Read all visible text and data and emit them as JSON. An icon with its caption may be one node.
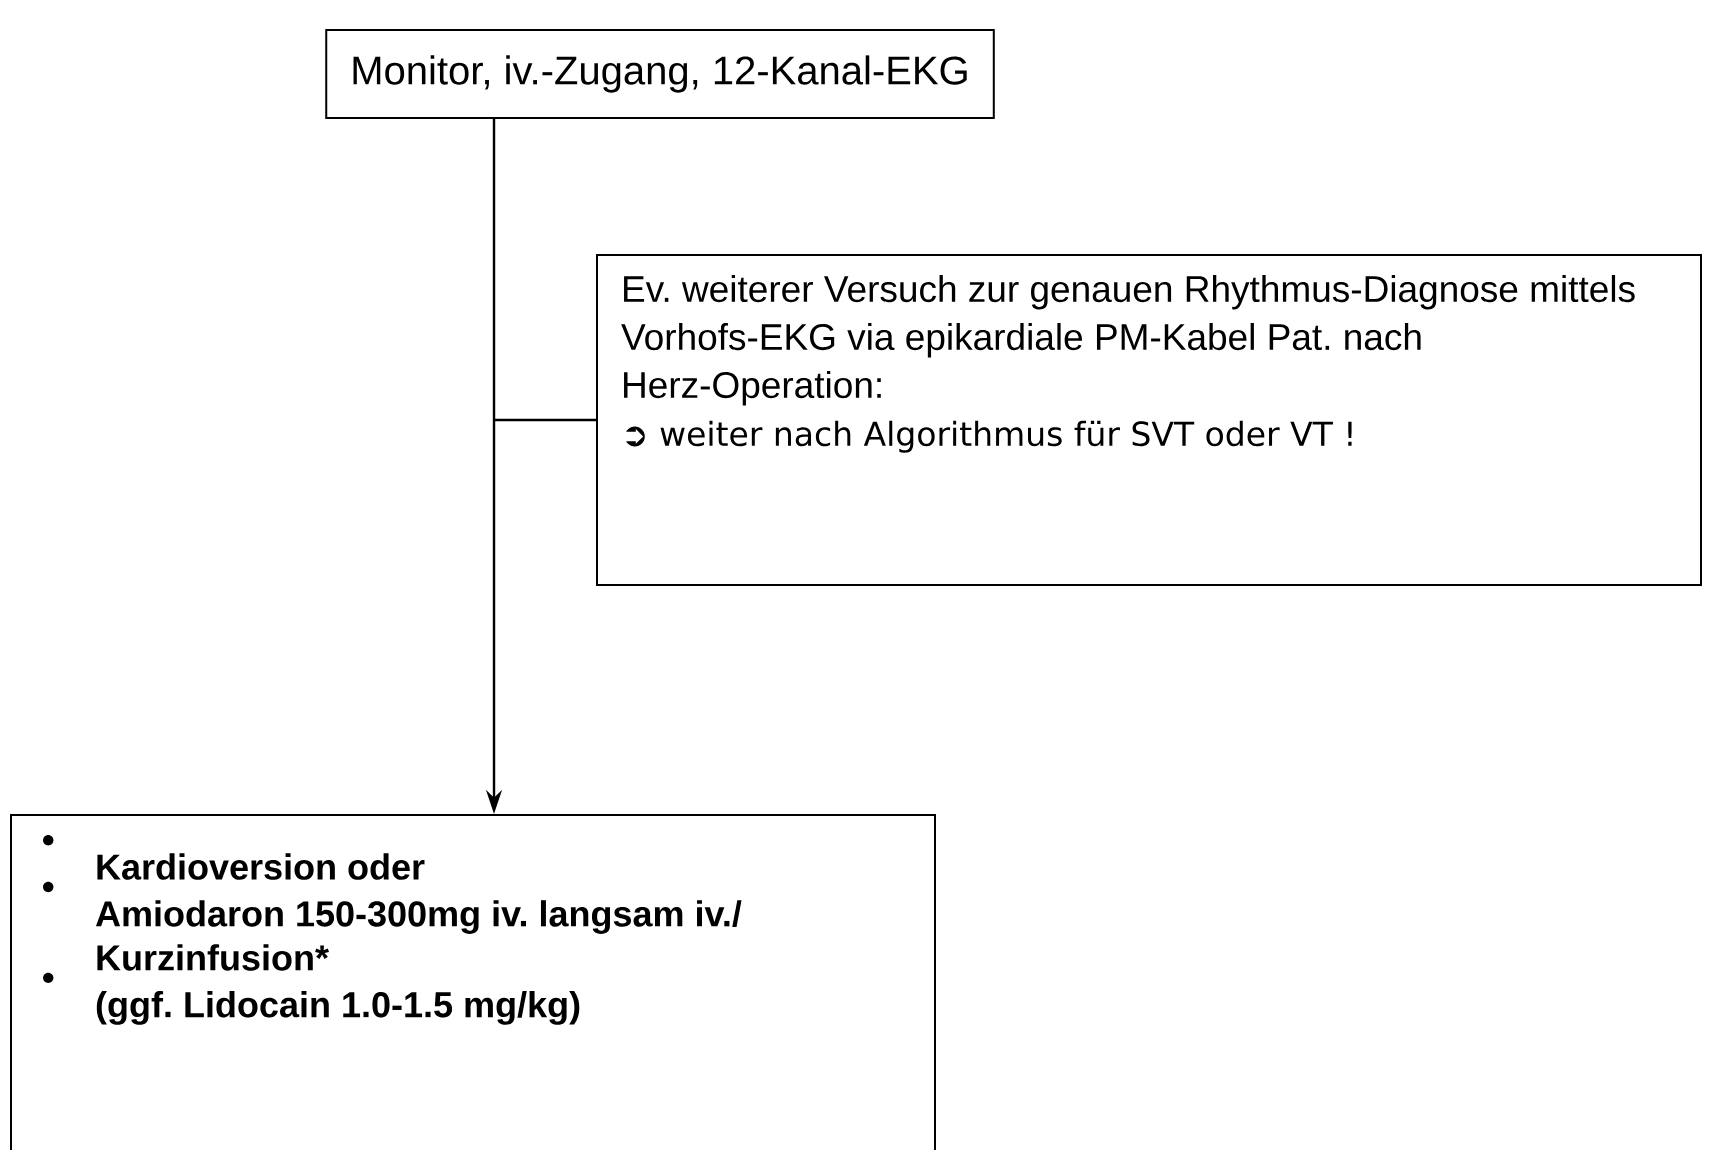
{
  "diagram": {
    "nodes": [
      {
        "text": [
          "Monitor, iv.-Zugang, 12-Kanal-EKG"
        ]
      },
      {
        "text": [
          "Ev. weiterer Versuch zur genauen Rhythmus-Diagnose mittels Vorhofs-EKG via epikardiale PM-Kabel Pat. nach Herz-Operation:",
          "➲ weiter nach Algorithmus für SVT oder VT !"
        ]
      },
      {
        "text": [
          "Kardioversion oder",
          "Amiodaron 150-300mg iv. langsam iv./ Kurzinfusion*",
          "(ggf. Lidocain 1.0-1.5 mg/kg)"
        ]
      }
    ],
    "edges": [
      {
        "from": 0,
        "to": 2,
        "arrow": "to"
      },
      {
        "from": 1,
        "to": null,
        "arrow": "none"
      }
    ]
  }
}
